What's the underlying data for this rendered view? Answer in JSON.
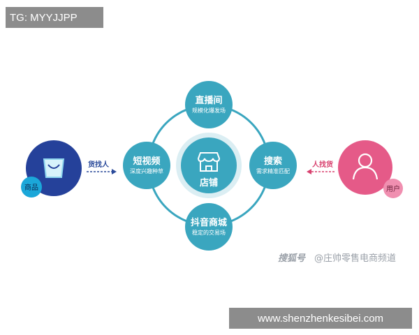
{
  "top_tag": "TG: MYYJJPP",
  "footer_url": "www.shenzhenkesibei.com",
  "center": {
    "title": "店铺",
    "icon": "storefront-icon"
  },
  "nodes": {
    "top": {
      "title": "直播间",
      "subtitle": "规模化爆发场"
    },
    "left": {
      "title": "短视频",
      "subtitle": "深度兴趣种草"
    },
    "right": {
      "title": "搜索",
      "subtitle": "需求精准匹配"
    },
    "bottom": {
      "title": "抖音商城",
      "subtitle": "稳定的交易场"
    }
  },
  "goods": {
    "badge": "商品",
    "icon": "shopping-bag-icon",
    "arrow_label": "货找人"
  },
  "user": {
    "badge": "用户",
    "icon": "user-icon",
    "arrow_label": "人找货"
  },
  "watermark": {
    "logo": "搜狐号",
    "author": "@庄帅零售电商频道"
  },
  "colors": {
    "node": "#3aa6bf",
    "ring": "#3aa6bf",
    "goods_circle": "#25419a",
    "goods_badge": "#1ba7d9",
    "user_circle": "#e55a88",
    "user_badge": "#f08fb0",
    "goods_arrow": "#2a4a9a",
    "user_arrow": "#d8406e"
  }
}
